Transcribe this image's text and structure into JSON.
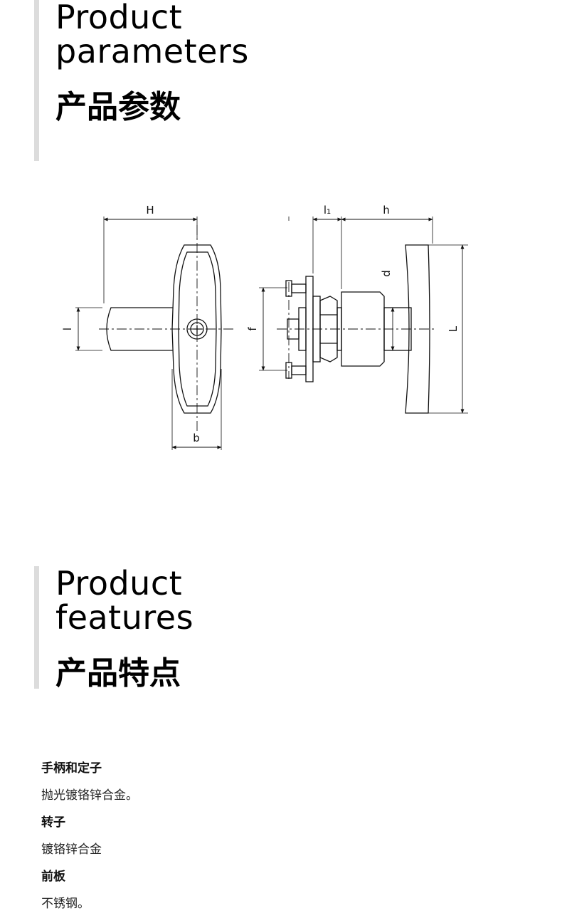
{
  "parameters": {
    "title_en_line1": "Product",
    "title_en_line2": "parameters",
    "title_cn": "产品参数"
  },
  "drawing": {
    "dim_labels": {
      "H": "H",
      "l": "l",
      "b": "b",
      "l1": "l₁",
      "h": "h",
      "d": "d",
      "f": "f",
      "L": "L"
    }
  },
  "features": {
    "title_en_line1": "Product",
    "title_en_line2": "features",
    "title_cn": "产品特点",
    "items": [
      {
        "title": "手柄和定子",
        "desc": "抛光镀铬锌合金。"
      },
      {
        "title": "转子",
        "desc": "镀铬锌合金"
      },
      {
        "title": "前板",
        "desc": "不锈钢。"
      }
    ]
  }
}
